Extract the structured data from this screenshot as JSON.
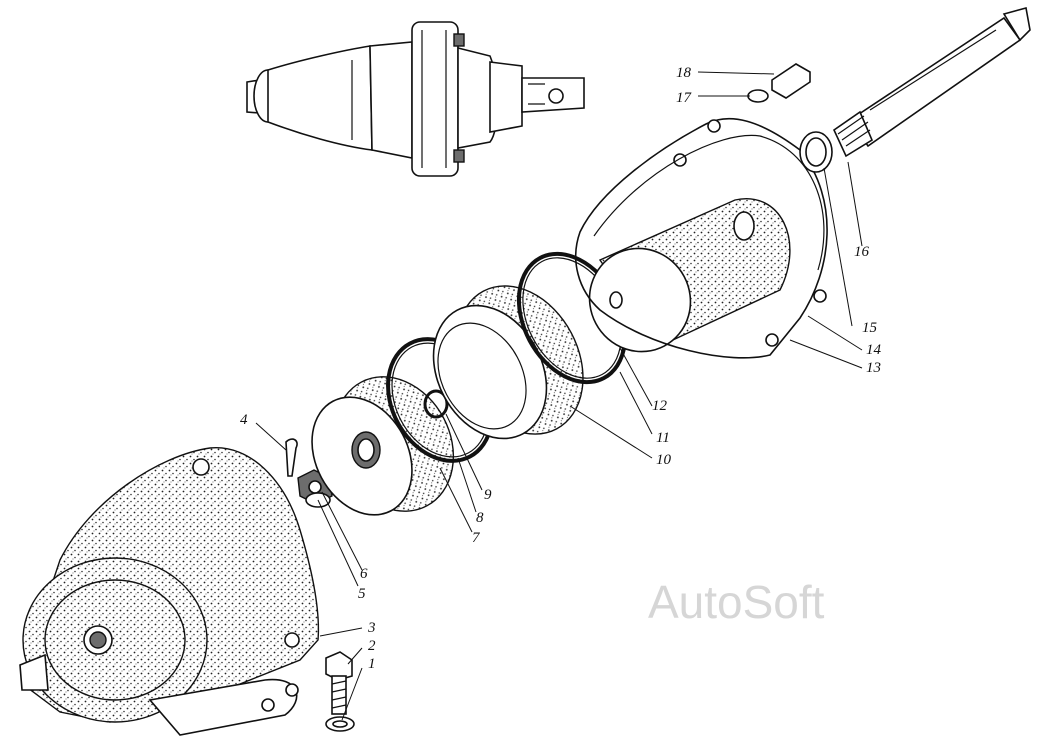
{
  "watermark": "AutoSoft",
  "callouts": [
    {
      "id": "c1",
      "text": "1"
    },
    {
      "id": "c2",
      "text": "2"
    },
    {
      "id": "c3",
      "text": "3"
    },
    {
      "id": "c4",
      "text": "4"
    },
    {
      "id": "c5",
      "text": "5"
    },
    {
      "id": "c6",
      "text": "6"
    },
    {
      "id": "c7",
      "text": "7"
    },
    {
      "id": "c8",
      "text": "8"
    },
    {
      "id": "c9",
      "text": "9"
    },
    {
      "id": "c10",
      "text": "10"
    },
    {
      "id": "c11",
      "text": "11"
    },
    {
      "id": "c12",
      "text": "12"
    },
    {
      "id": "c13",
      "text": "13"
    },
    {
      "id": "c14",
      "text": "14"
    },
    {
      "id": "c15",
      "text": "15"
    },
    {
      "id": "c16",
      "text": "16"
    },
    {
      "id": "c17",
      "text": "17"
    },
    {
      "id": "c18",
      "text": "18"
    }
  ]
}
